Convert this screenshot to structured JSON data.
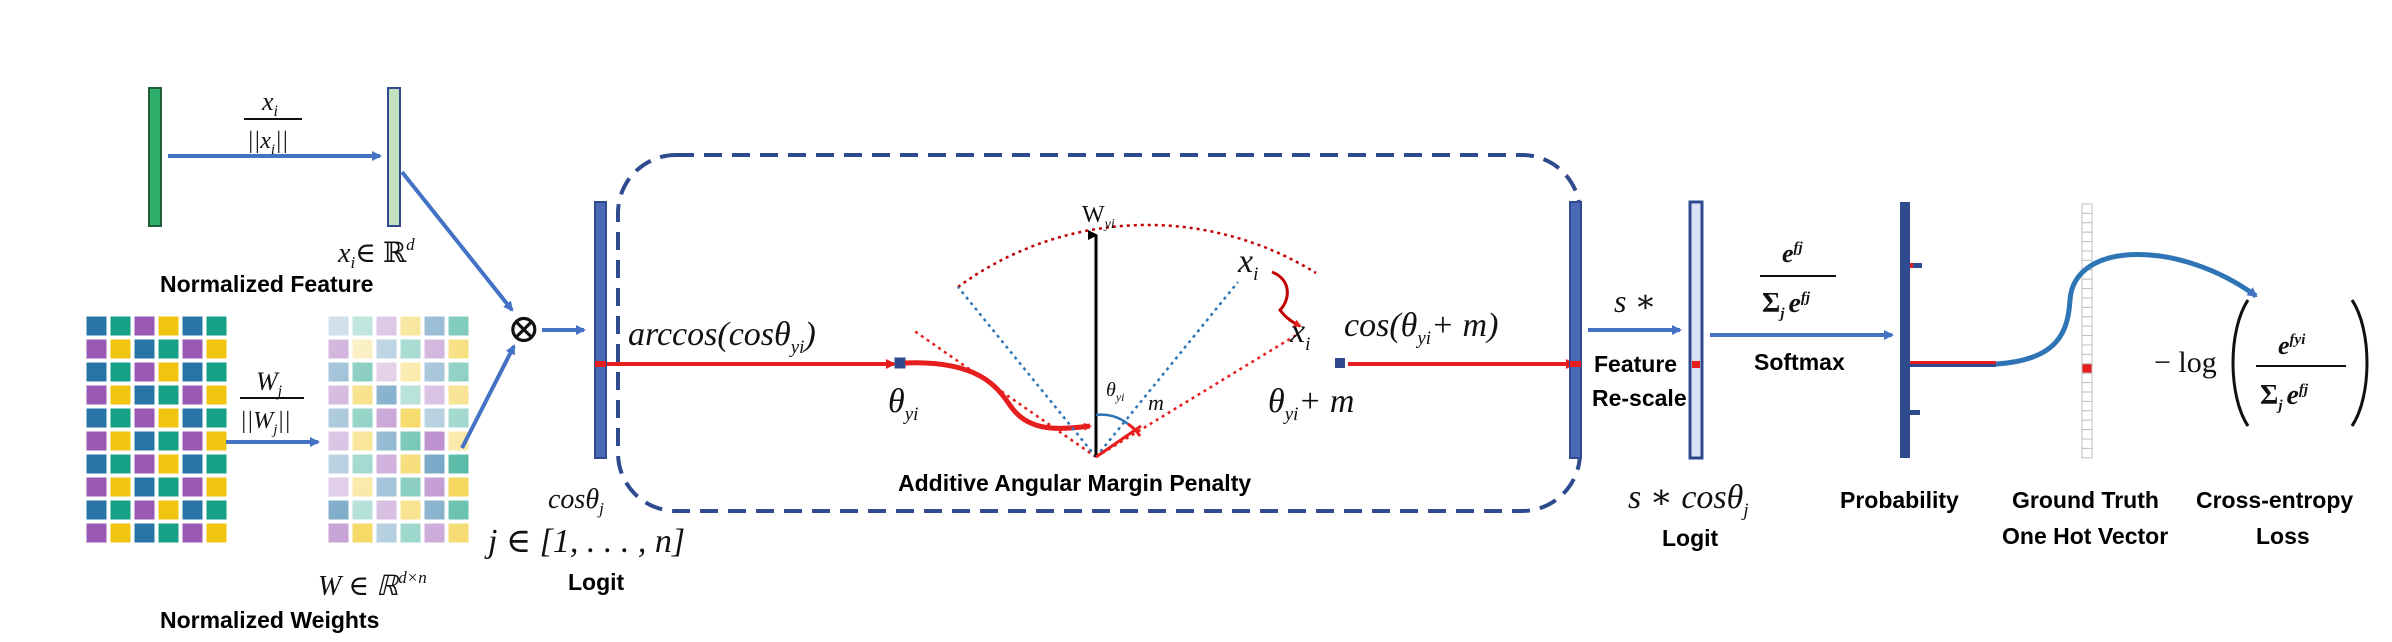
{
  "labels": {
    "normalized_feature": "Normalized Feature",
    "normalized_weights": "Normalized Weights",
    "logit_1": "Logit",
    "additive_angular_margin_penalty": "Additive Angular Margin Penalty",
    "feature_rescale_line1": "Feature",
    "feature_rescale_line2": "Re-scale",
    "logit_2": "Logit",
    "softmax": "Softmax",
    "probability": "Probability",
    "ground_truth_line1": "Ground Truth",
    "ground_truth_line2": "One Hot Vector",
    "cross_entropy_line1": "Cross-entropy",
    "cross_entropy_line2": "Loss"
  },
  "math": {
    "feature_norm_num": "x",
    "feature_norm_num_sub": "i",
    "feature_norm_den": "||x",
    "feature_norm_den_sub": "i",
    "feature_norm_den_end": "||",
    "feature_space_x": "x",
    "feature_space_sub": "i",
    "feature_space_in": "∈ ℝ",
    "feature_space_sup": "d",
    "weight_norm_num": "W",
    "weight_norm_num_sub": "j",
    "weight_norm_den": "||W",
    "weight_norm_den_sub": "j",
    "weight_norm_den_end": "||",
    "weight_space": "W ∈ ℝ",
    "weight_space_sup": "d×n",
    "otimes": "⊗",
    "cos_theta_j": "cosθ",
    "cos_theta_j_sub": "j",
    "j_range": "j ∈ [1, . . . , n]",
    "arccos": "arccos(cosθ",
    "arccos_sub": "yi",
    "arccos_end": ")",
    "theta_yi": "θ",
    "theta_yi_sub": "yi",
    "w_yi": "W",
    "w_yi_sub": "yi",
    "x_i_top": "x",
    "x_i_top_sub": "i",
    "x_i_mid": "x",
    "x_i_mid_sub": "i",
    "theta_small": "θ",
    "theta_small_sub": "yi",
    "m_small": "m",
    "theta_plus_m": "θ",
    "theta_plus_m_sub": "yi",
    "theta_plus_m_end": "+ m",
    "cos_theta_m": "cos(θ",
    "cos_theta_m_sub": "yi",
    "cos_theta_m_end": "+ m)",
    "s_star": "s ∗",
    "s_cos_theta": "s ∗ cosθ",
    "s_cos_theta_sub": "j",
    "softmax_num": "e",
    "softmax_num_sup": "fj",
    "softmax_den": "Σ",
    "softmax_den_sub": "j",
    "softmax_den_e": "e",
    "softmax_den_sup": "fj",
    "loss_prefix": "− log",
    "loss_num": "e",
    "loss_num_sup": "fyi",
    "loss_den": "Σ",
    "loss_den_sub": "j",
    "loss_den_e": "e",
    "loss_den_sup": "fj"
  },
  "colors": {
    "arrow_blue": "#4472C4",
    "bar_navy": "#2F4A8F",
    "bar_light": "#DAE3F3",
    "feature_green": "#2EAE6A",
    "feature_light_green": "#C5E0C0",
    "red": "#E61E1E",
    "dashed_box": "#2F4A8F"
  }
}
